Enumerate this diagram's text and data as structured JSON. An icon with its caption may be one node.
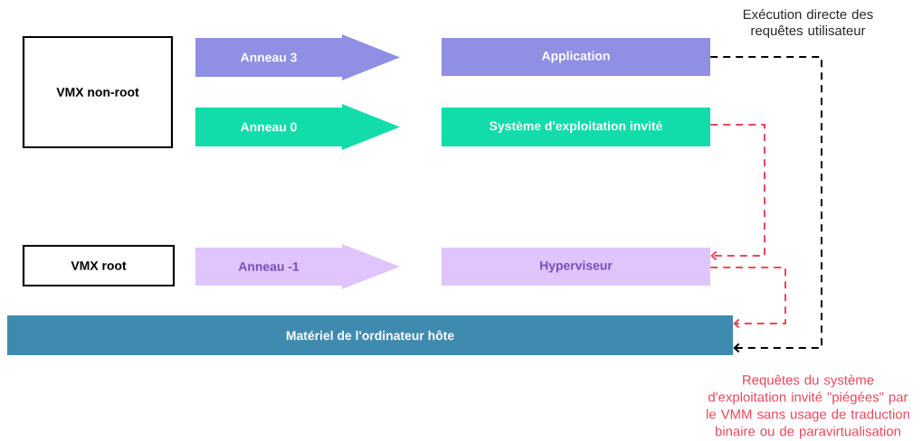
{
  "diagram": {
    "nodes": [
      {
        "text": [
          "VMX non-root"
        ]
      },
      {
        "text": [
          "Anneau 3"
        ]
      },
      {
        "text": [
          "Application"
        ]
      },
      {
        "text": [
          "Anneau 0"
        ]
      },
      {
        "text": [
          "Système d'exploitation invité"
        ]
      },
      {
        "text": [
          "VMX root"
        ]
      },
      {
        "text": [
          "Anneau -1"
        ]
      },
      {
        "text": [
          "Hyperviseur"
        ]
      },
      {
        "text": [
          "Matériel de l'ordinateur hôte"
        ]
      }
    ],
    "edges": [
      {
        "from": 2,
        "to": 8,
        "arrow": "to",
        "style": "dashed",
        "color": "#000000",
        "label": "Exécution directe des requêtes utilisateur"
      },
      {
        "from": 4,
        "to": 7,
        "arrow": "to",
        "style": "dashed",
        "color": "#e8485e"
      },
      {
        "from": 7,
        "to": 8,
        "arrow": "to",
        "style": "dashed",
        "color": "#e8485e"
      }
    ],
    "labels": [
      "Requêtes du système d'exploitation invité \"piégées\" par le VMM sans usage de traduction binaire ou de paravirtualisation"
    ]
  }
}
